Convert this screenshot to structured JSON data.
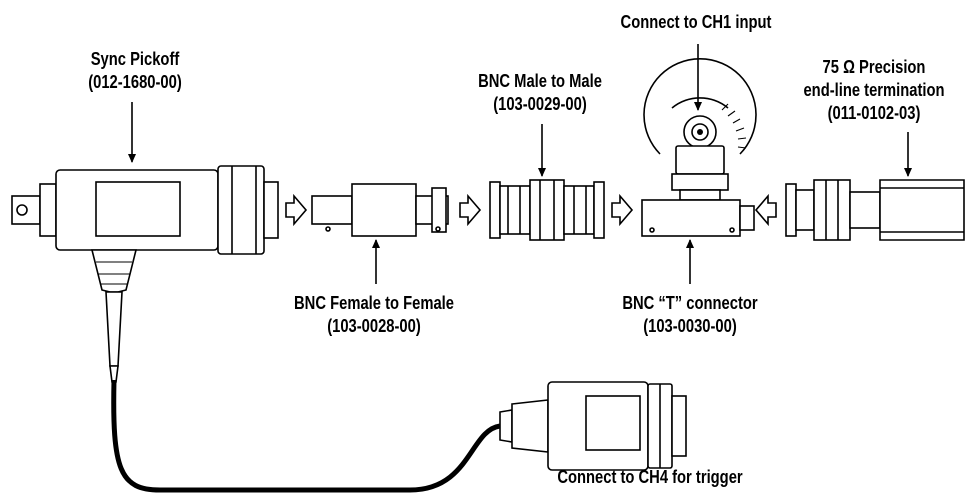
{
  "labels": {
    "sync_pickoff": {
      "name": "Sync Pickoff",
      "part": "(012-1680-00)"
    },
    "bnc_male_male": {
      "name": "BNC Male to Male",
      "part": "(103-0029-00)"
    },
    "bnc_female_female": {
      "name": "BNC Female to Female",
      "part": "(103-0028-00)"
    },
    "ch1": {
      "text": "Connect to CH1 input"
    },
    "bnc_t": {
      "name": "BNC “T” connector",
      "part": "(103-0030-00)"
    },
    "termination": {
      "line1": "75 Ω Precision",
      "line2": "end-line termination",
      "part": "(011-0102-03)"
    },
    "ch4": {
      "text": "Connect to CH4 for trigger"
    }
  },
  "icons": [
    "sync-pickoff",
    "bnc-female-to-female-adapter",
    "bnc-male-to-male-adapter",
    "bnc-t-connector",
    "precision-termination",
    "trigger-probe-head",
    "flow-arrow"
  ]
}
